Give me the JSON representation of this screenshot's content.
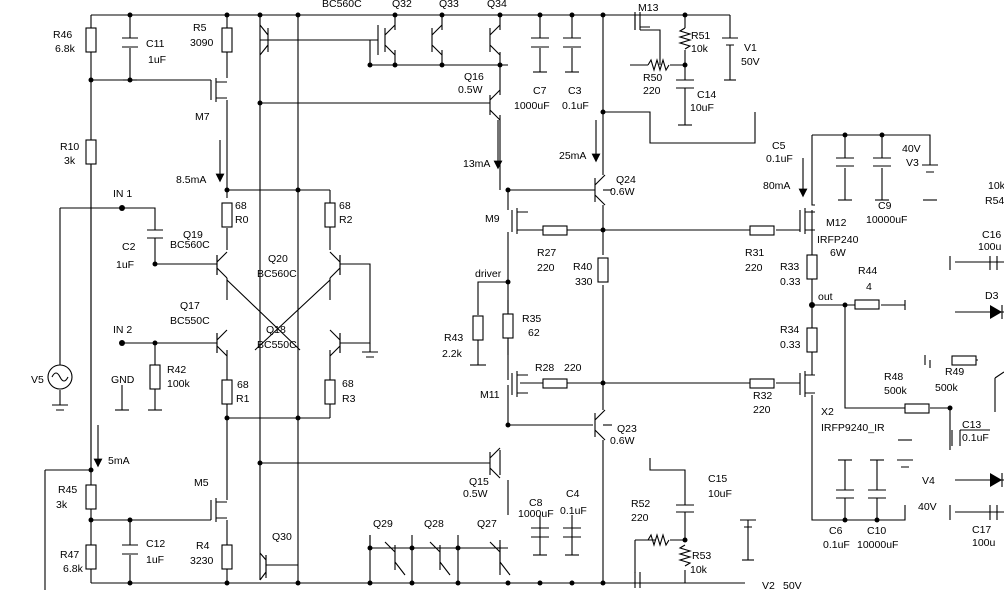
{
  "labels": {
    "R46": "R46",
    "R46v": "6.8k",
    "C11": "C11",
    "C11v": "1uF",
    "R5": "R5",
    "R5v": "3090",
    "M7": "M7",
    "R10": "R10",
    "R10v": "3k",
    "I85": "8.5mA",
    "IN1": "IN 1",
    "C2": "C2",
    "C2v": "1uF",
    "Q19": "Q19",
    "Q19t": "BC560C",
    "Q17": "Q17",
    "Q17t": "BC550C",
    "IN2": "IN 2",
    "R42": "R42",
    "R42v": "100k",
    "GND": "GND",
    "V5": "V5",
    "I5": "5mA",
    "R45": "R45",
    "R45v": "3k",
    "M5": "M5",
    "R47": "R47",
    "R47v": "6.8k",
    "C12": "C12",
    "C12v": "1uF",
    "R4": "R4",
    "R4v": "3230",
    "Q30": "Q30",
    "R0v": "68",
    "R0": "R0",
    "R2v": "68",
    "R2": "R2",
    "Q20": "Q20",
    "Q20t": "BC560C",
    "Q18": "Q18",
    "Q18t": "BC550C",
    "R1v": "68",
    "R1": "R1",
    "R3v": "68",
    "R3": "R3",
    "BCtop": "BC560C",
    "Q32": "Q32",
    "Q33": "Q33",
    "Q34": "Q34",
    "Q16": "Q16",
    "Q16p": "0.5W",
    "C7": "C7",
    "C7v": "1000uF",
    "C3": "C3",
    "C3v": "0.1uF",
    "I13": "13mA",
    "M9": "M9",
    "R27": "R27",
    "R27v": "220",
    "driver": "driver",
    "R43": "R43",
    "R43v": "2.2k",
    "R35": "R35",
    "R35v": "62",
    "M11": "M11",
    "R28": "R28",
    "R28v": "220",
    "Q15": "Q15",
    "Q15p": "0.5W",
    "C8": "C8",
    "C8v": "1000uF",
    "C4": "C4",
    "C4v": "0.1uF",
    "Q29": "Q29",
    "Q28": "Q28",
    "Q27": "Q27",
    "M13": "M13",
    "R51": "R51",
    "R51v": "10k",
    "R50": "R50",
    "R50v": "220",
    "C14": "C14",
    "C14v": "10uF",
    "V1": "V1",
    "V1v": "50V",
    "I25": "25mA",
    "Q24": "Q24",
    "Q24p": "0.6W",
    "R40": "R40",
    "R40v": "330",
    "Q23": "Q23",
    "Q23p": "0.6W",
    "C15": "C15",
    "C15v": "10uF",
    "R52": "R52",
    "R52v": "220",
    "R53": "R53",
    "R53v": "10k",
    "V2": "V2",
    "V2v": "50V",
    "C5": "C5",
    "C5v": "0.1uF",
    "I80": "80mA",
    "R31": "R31",
    "R31v": "220",
    "M12": "M12",
    "M12t": "IRFP240",
    "M12p": "6W",
    "R33": "R33",
    "R33v": "0.33",
    "out": "out",
    "R44": "R44",
    "R44v": "4",
    "R34": "R34",
    "R34v": "0.33",
    "R32": "R32",
    "R32v": "220",
    "X2": "X2",
    "X2t": "IRFP9240_IR",
    "R48": "R48",
    "R48v": "500k",
    "R49": "R49",
    "R49v": "500k",
    "V3v": "40V",
    "V3": "V3",
    "C9": "C9",
    "C9v": "10000uF",
    "C6": "C6",
    "C6v": "0.1uF",
    "C10": "C10",
    "C10v": "10000uF",
    "V4": "V4",
    "V4v": "40V",
    "C13": "C13",
    "C13v": "0.1uF",
    "R54a": "10k",
    "R54": "R54",
    "C16": "C16",
    "C16v": "100u",
    "D3": "D3",
    "C17": "C17",
    "C17v": "100u"
  }
}
